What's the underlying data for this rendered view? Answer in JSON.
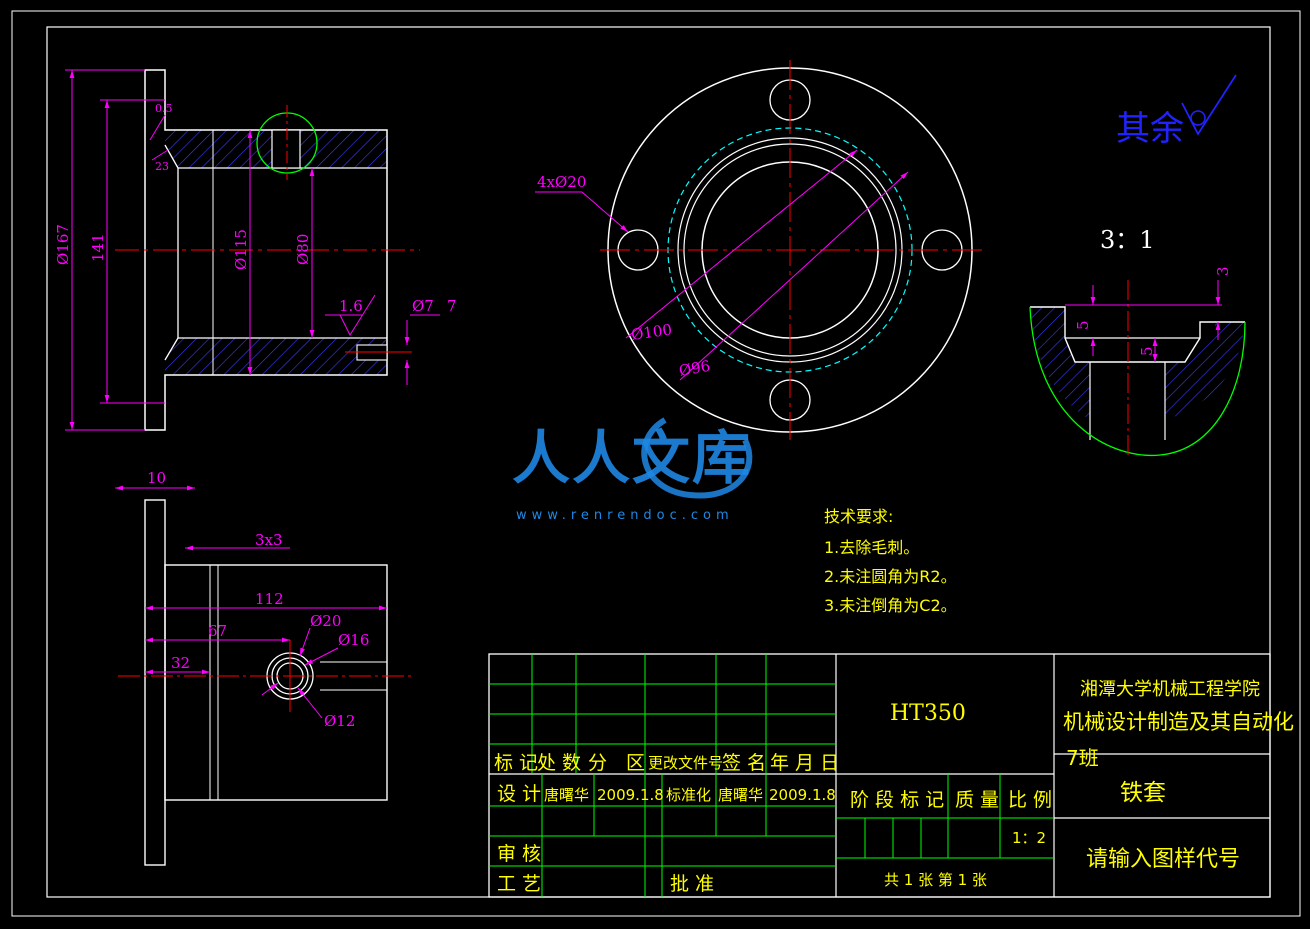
{
  "colors": {
    "background": "#000000",
    "outline": "#ffffff",
    "center_line": "#ff0000",
    "dimension": "#ff00ff",
    "hatch": "#3a3aff",
    "detail": "#00ff00",
    "hidden": "#00ffff",
    "text": "#ffff00",
    "surface_note": "#2222ff",
    "watermark": "#1e88e5"
  },
  "front_view": {
    "dims": {
      "d167": "Ø167",
      "d141": "141",
      "d115": "Ø115",
      "d80": "Ø80",
      "c05": "0.5",
      "c23": "23",
      "roughness": "1.6",
      "d7": "Ø7",
      "h7": "7"
    }
  },
  "flange_view": {
    "dims": {
      "holes": "4xØ20",
      "d100": "Ø100",
      "d96": "Ø96"
    }
  },
  "side_view": {
    "dims": {
      "w10": "10",
      "g3x3": "3x3",
      "l112": "112",
      "l67": "67",
      "l32": "32",
      "d20": "Ø20",
      "d16": "Ø16",
      "d12": "Ø12"
    }
  },
  "detail_view": {
    "scale": "3：1",
    "dims": {
      "top3": "3",
      "a5": "5",
      "b5": "5"
    }
  },
  "surface_note": {
    "label": "其余"
  },
  "tech_requirements": {
    "title": "技术要求:",
    "items": [
      "1.去除毛刺。",
      "2.未注圆角为R2。",
      "3.未注倒角为C2。"
    ]
  },
  "watermark": {
    "brand": "人人文库",
    "url": "www.renrendoc.com"
  },
  "title_block": {
    "material": "HT350",
    "school": "湘潭大学机械工程学院",
    "major": "机械设计制造及其自动化",
    "class_name": "7班",
    "part_name": "铁套",
    "drawing_no": "请输入图样代号",
    "header": {
      "mark": "标 记",
      "count": "处 数",
      "zone": "分　区",
      "doc": "更改文件号",
      "sign": "签 名",
      "date": "年 月 日"
    },
    "design_label": "设 计",
    "designer": "唐曙华",
    "design_date": "2009.1.8",
    "std_label": "标准化",
    "std_person": "唐曙华",
    "std_date": "2009.1.8",
    "review_label": "审 核",
    "process_label": "工 艺",
    "approve_label": "批 准",
    "stage_label": "阶 段 标 记",
    "weight_label": "质 量",
    "ratio_label": "比 例",
    "ratio": "1：2",
    "sheets": "共 1 张  第 1 张"
  }
}
